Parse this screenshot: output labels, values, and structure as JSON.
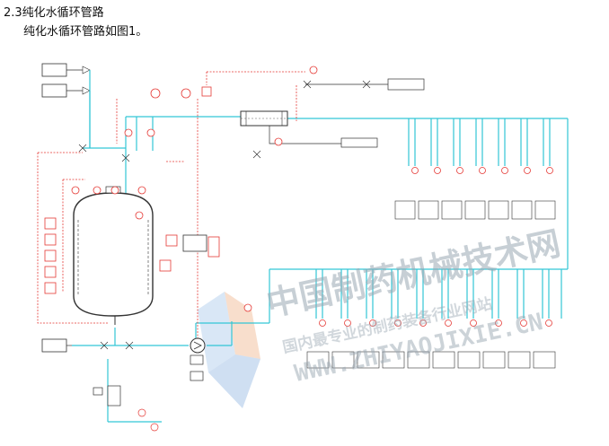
{
  "section": {
    "heading": "2.3纯化水循环管路",
    "subheading": "纯化水循环管路如图1。"
  },
  "watermark": {
    "line1": "中国制药机械技术网",
    "line2": "国内最专业的制药装备行业网站",
    "line3": "WWW.ZHIYAOJIXIE.CN"
  },
  "colors": {
    "water_line": "#33c6d6",
    "signal_line": "#e53935",
    "equipment": "#333333",
    "watermark": "#9aa8b3"
  }
}
